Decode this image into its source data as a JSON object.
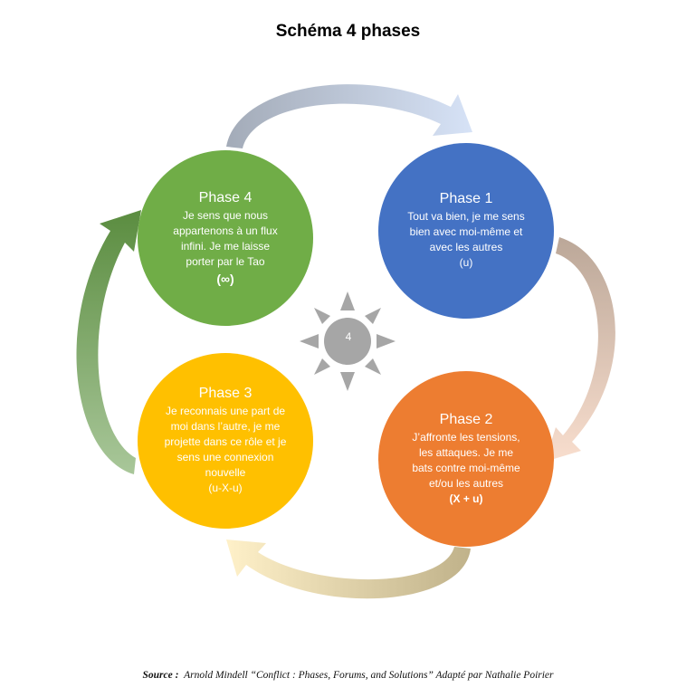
{
  "title": "Schéma 4 phases",
  "center": {
    "label": "4",
    "icon": "sun-icon",
    "color": "#a6a6a6"
  },
  "phases": [
    {
      "label": "Phase 1",
      "text": "Tout va bien, je me sens bien avec moi-même et avec les autres",
      "formula": "(u)",
      "color": "#4472c4"
    },
    {
      "label": "Phase 2",
      "text": "J’affronte les tensions, les attaques. Je me bats contre moi-même et/ou les autres",
      "formula": "(X + u)",
      "color": "#ed7d31"
    },
    {
      "label": "Phase 3",
      "text": "Je reconnais une part de moi dans l’autre, je me projette dans ce rôle et je sens une connexion nouvelle",
      "formula": "(u-X-u)",
      "color": "#ffc000"
    },
    {
      "label": "Phase 4",
      "text": "Je sens que nous appartenons à un flux infini. Je me laisse porter par le Tao",
      "formula": "(∞)",
      "color": "#70ad47"
    }
  ],
  "source": {
    "label": "Source :",
    "text": "Arnold Mindell “Conflict : Phases, Forums, and Solutions” Adapté par Nathalie Poirier"
  }
}
